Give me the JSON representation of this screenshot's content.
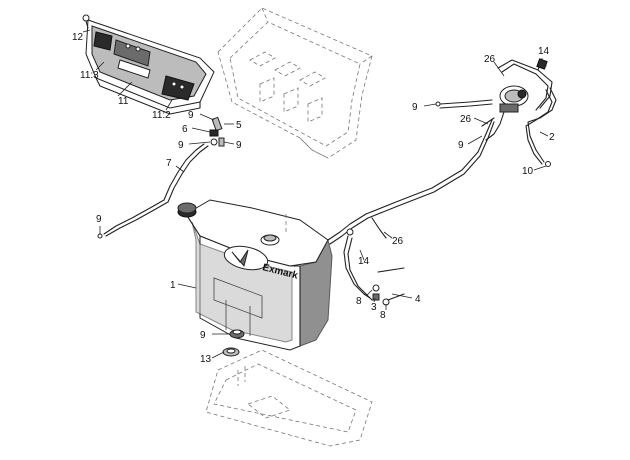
{
  "callouts": [
    {
      "id": "c1",
      "text": "1"
    },
    {
      "id": "c2",
      "text": "2"
    },
    {
      "id": "c3",
      "text": "3"
    },
    {
      "id": "c4",
      "text": "4"
    },
    {
      "id": "c5",
      "text": "5"
    },
    {
      "id": "c6",
      "text": "6"
    },
    {
      "id": "c7",
      "text": "7"
    },
    {
      "id": "c8a",
      "text": "8"
    },
    {
      "id": "c8b",
      "text": "8"
    },
    {
      "id": "c9a",
      "text": "9"
    },
    {
      "id": "c9b",
      "text": "9"
    },
    {
      "id": "c9c",
      "text": "9"
    },
    {
      "id": "c9d",
      "text": "9"
    },
    {
      "id": "c9e",
      "text": "9"
    },
    {
      "id": "c9f",
      "text": "9"
    },
    {
      "id": "c10",
      "text": "10"
    },
    {
      "id": "c11",
      "text": "11"
    },
    {
      "id": "c11_2",
      "text": "11:2"
    },
    {
      "id": "c11_3",
      "text": "11:3"
    },
    {
      "id": "c12",
      "text": "12"
    },
    {
      "id": "c13",
      "text": "13"
    },
    {
      "id": "c14a",
      "text": "14"
    },
    {
      "id": "c14b",
      "text": "14"
    },
    {
      "id": "c26a",
      "text": "26"
    },
    {
      "id": "c26b",
      "text": "26"
    },
    {
      "id": "c26c",
      "text": "26"
    }
  ],
  "tank_logo": "Exmark"
}
